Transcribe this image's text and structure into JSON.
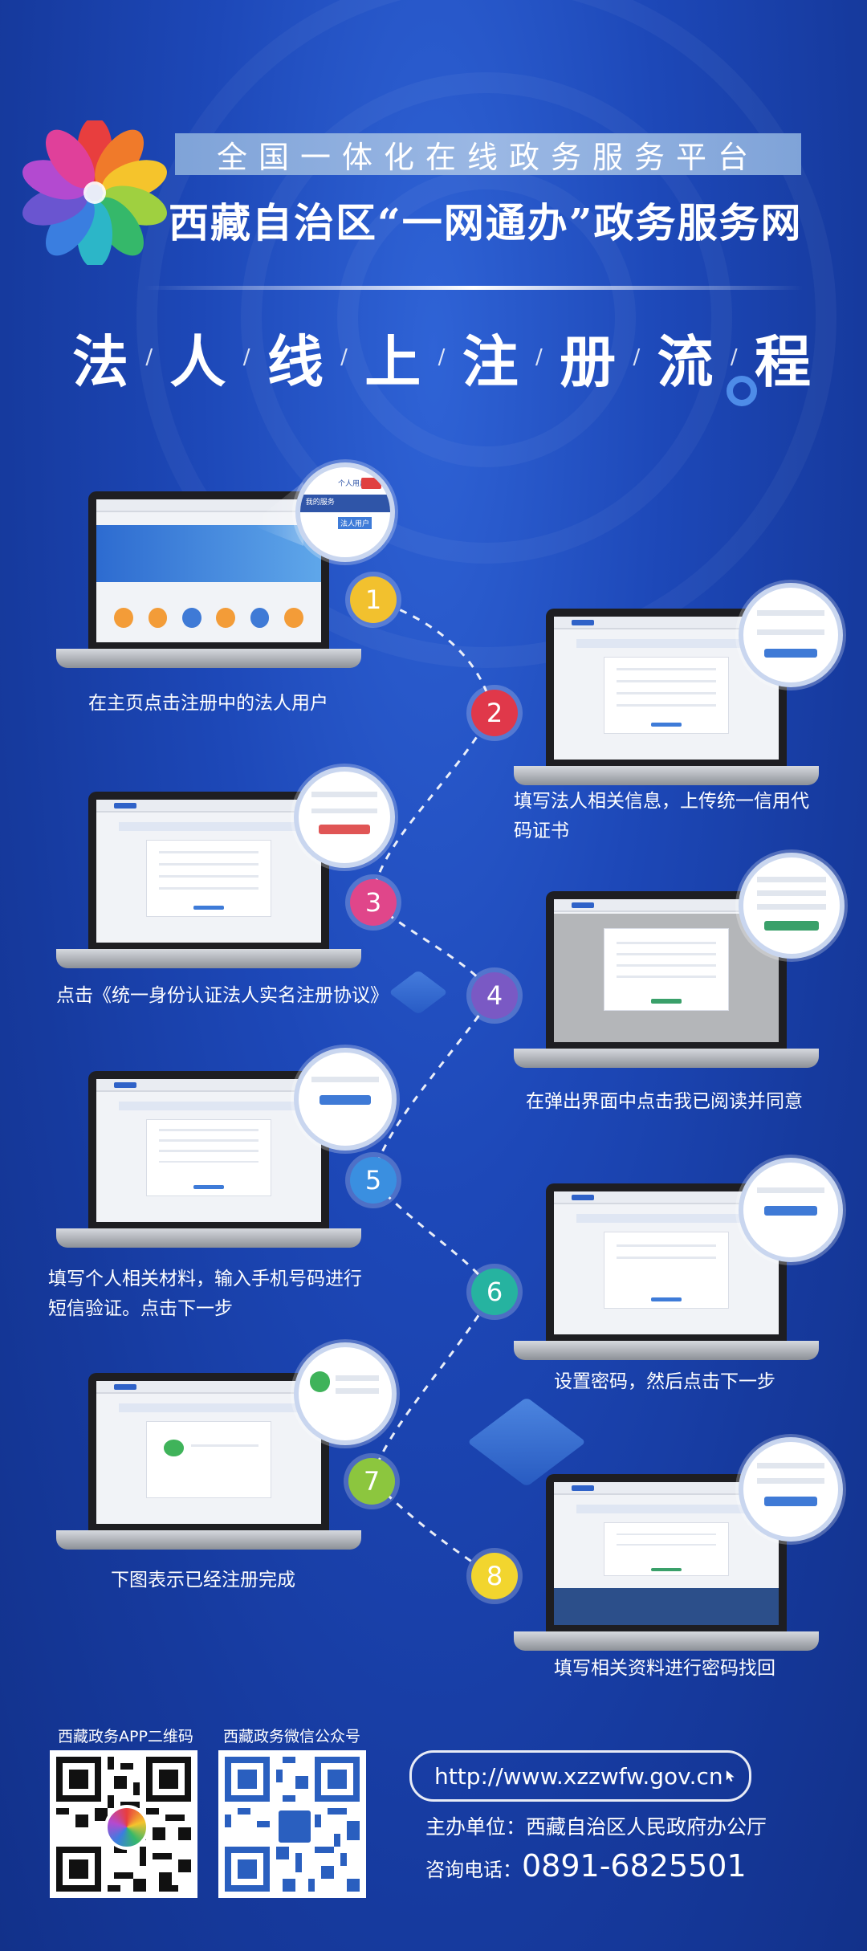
{
  "header": {
    "platform_line": "全国一体化在线政务服务平台",
    "site_title": "西藏自治区“一网通办”政务服务网",
    "main_title_chars": [
      "法",
      "人",
      "线",
      "上",
      "注",
      "册",
      "流",
      "程"
    ]
  },
  "steps": [
    {
      "number": "1",
      "caption": "在主页点击注册中的法人用户",
      "color": "#f2c12e"
    },
    {
      "number": "2",
      "caption": "填写法人相关信息，上传统一信用代码证书",
      "color": "#e0384a"
    },
    {
      "number": "3",
      "caption": "点击《统一身份认证法人实名注册协议》",
      "color": "#e0468a"
    },
    {
      "number": "4",
      "caption": "在弹出界面中点击我已阅读并同意",
      "color": "#7a59c4"
    },
    {
      "number": "5",
      "caption": "填写个人相关材料，输入手机号码进行短信验证。点击下一步",
      "color": "#3a8fe0"
    },
    {
      "number": "6",
      "caption": "设置密码，然后点击下一步",
      "color": "#26b3a0"
    },
    {
      "number": "7",
      "caption": "下图表示已经注册完成",
      "color": "#8cc63e"
    },
    {
      "number": "8",
      "caption": "填写相关资料进行密码找回",
      "color": "#f2d52e"
    }
  ],
  "screens": {
    "step1_zoom_label": "个人用户",
    "step1_zoom_label2": "法人用户",
    "step1_nav": "我的服务"
  },
  "footer": {
    "qr_app_label": "西藏政务APP二维码",
    "qr_wechat_label": "西藏政务微信公众号",
    "url": "http://www.xzzwfw.gov.cn",
    "organizer": "主办单位：西藏自治区人民政府办公厅",
    "phone_label": "咨询电话：",
    "phone": "0891-6825501"
  },
  "colors": {
    "background": "#1d48b8",
    "accent": "#3e7bd8"
  },
  "icons": [
    "flower-logo-icon",
    "cursor-icon",
    "qr-code-icon",
    "cube-decor-icon"
  ]
}
